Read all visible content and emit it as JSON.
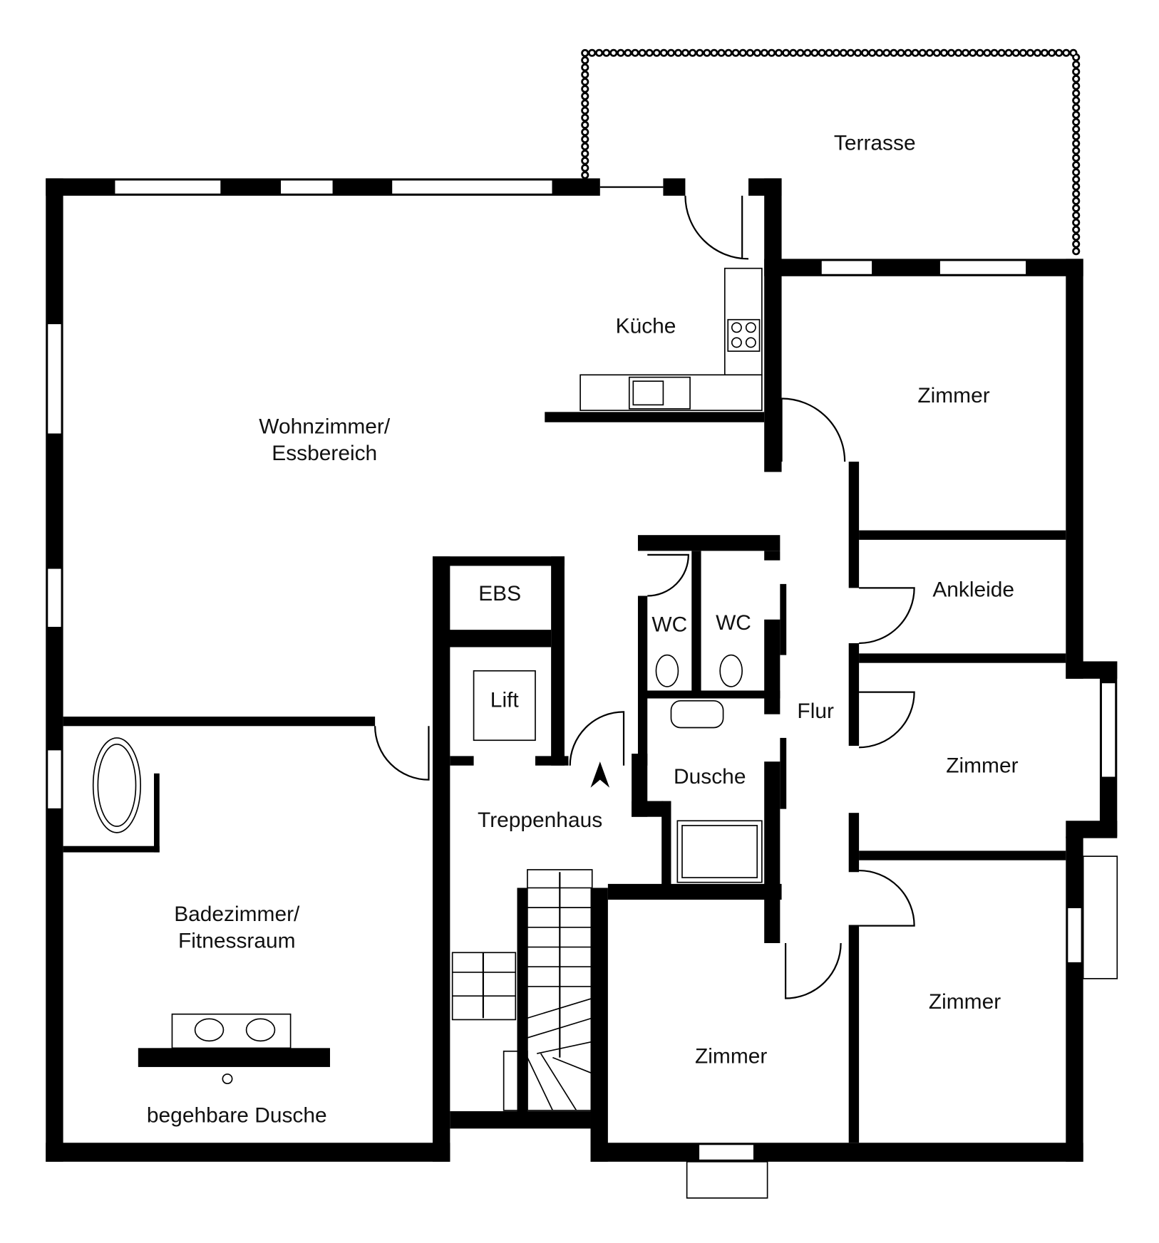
{
  "title": "Grundriss",
  "rooms": {
    "terrasse": "Terrasse",
    "kueche": "Küche",
    "wohnzimmer_1": "Wohnzimmer/",
    "wohnzimmer_2": "Essbereich",
    "zimmer_oben": "Zimmer",
    "ankleide": "Ankleide",
    "ebs": "EBS",
    "wc_1": "WC",
    "wc_2": "WC",
    "lift": "Lift",
    "flur": "Flur",
    "zimmer_mitte": "Zimmer",
    "dusche": "Dusche",
    "treppenhaus": "Treppenhaus",
    "bad_1": "Badezimmer/",
    "bad_2": "Fitnessraum",
    "zimmer_unten_rechts": "Zimmer",
    "zimmer_unten": "Zimmer",
    "begehbare_dusche": "begehbare Dusche"
  }
}
